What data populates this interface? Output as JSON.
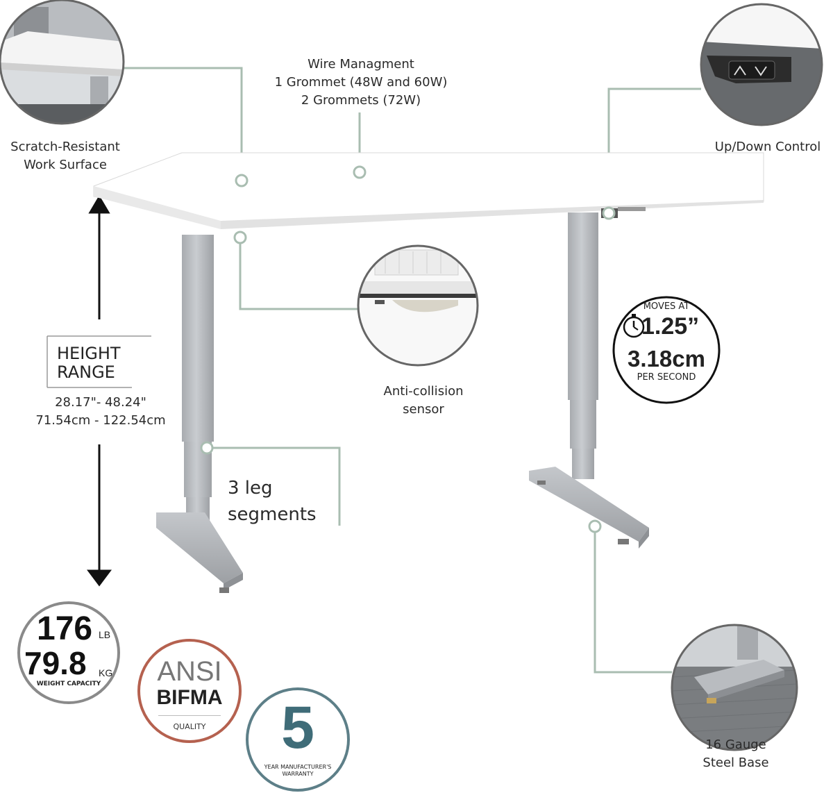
{
  "callouts": {
    "work_surface": {
      "line1": "Scratch-Resistant",
      "line2": "Work Surface"
    },
    "wire_management": {
      "line1": "Wire Managment",
      "line2": "1 Grommet (48W and 60W)",
      "line3": "2 Grommets (72W)"
    },
    "updown_control": {
      "label": "Up/Down Control"
    },
    "anti_collision": {
      "line1": "Anti-collision",
      "line2": "sensor"
    },
    "leg_segments": {
      "line1": "3 leg",
      "line2": "segments"
    },
    "steel_base": {
      "line1": "16 Gauge",
      "line2": "Steel Base"
    }
  },
  "height_range": {
    "title_line1": "HEIGHT",
    "title_line2": "RANGE",
    "inches": "28.17\"- 48.24\"",
    "cm": "71.54cm - 122.54cm"
  },
  "speed_badge": {
    "top": "MOVES AT",
    "inches": "1.25”",
    "cm": "3.18cm",
    "bottom": "PER SECOND",
    "icon": "stopwatch-icon"
  },
  "weight_badge": {
    "lb_value": "176",
    "lb_unit": "LB",
    "kg_value": "79.8",
    "kg_unit": "KG",
    "caption": "WEIGHT CAPACITY"
  },
  "ansi_badge": {
    "line1": "ANSI",
    "line2": "BIFMA",
    "caption": "QUALITY"
  },
  "warranty_badge": {
    "number": "5",
    "caption_line1": "YEAR MANUFACTURER'S",
    "caption_line2": "WARRANTY"
  },
  "colors": {
    "callout_line": "#a9bdb1",
    "ansi_ring": "#b5614f",
    "warranty_ring": "#5d7f88",
    "warranty_number": "#3f6c78",
    "leg": "#b8bbbf",
    "desk_top": "#ffffff"
  }
}
